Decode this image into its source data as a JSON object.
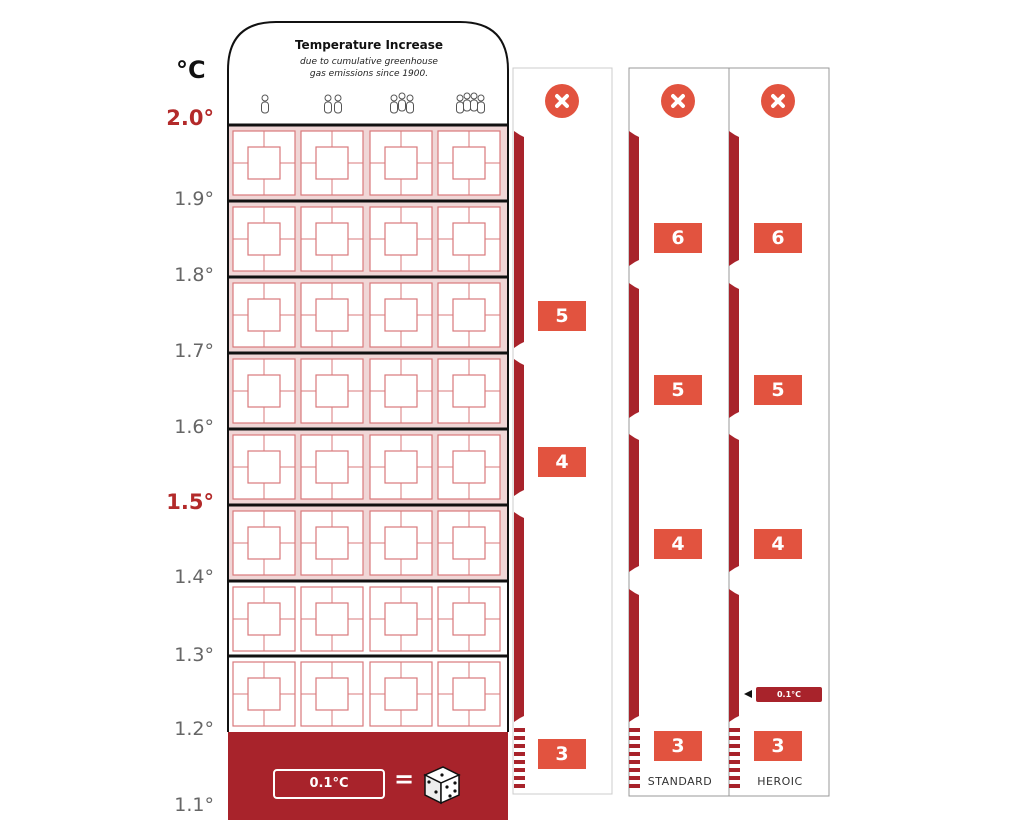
{
  "scale": {
    "unit": "°C",
    "ticks": [
      "2.0°",
      "1.9°",
      "1.8°",
      "1.7°",
      "1.6°",
      "1.5°",
      "1.4°",
      "1.3°",
      "1.2°",
      "1.1°"
    ],
    "major_ticks": [
      "2.0°",
      "1.5°"
    ]
  },
  "track_header": {
    "title": "Temperature Increase",
    "subtitle_line1": "due to cumulative greenhouse",
    "subtitle_line2": "gas emissions since 1900."
  },
  "track": {
    "rows": 8,
    "player_count_columns": [
      1,
      2,
      3,
      4
    ],
    "shaded_rows": 6
  },
  "dice_legend": {
    "label": "0.1°C",
    "equals": "="
  },
  "threshold_columns": [
    {
      "icon": "close-icon",
      "values": [
        "5",
        "4",
        "3"
      ],
      "label": ""
    },
    {
      "icon": "close-icon",
      "values": [
        "6",
        "5",
        "4",
        "3"
      ],
      "label": "STANDARD"
    },
    {
      "icon": "close-icon",
      "values": [
        "6",
        "5",
        "4",
        "3"
      ],
      "label": "HEROIC",
      "marker": "0.1°C"
    }
  ],
  "colors": {
    "dark_red": "#a8232b",
    "accent_red": "#e2533f",
    "shade_fill": "#f0d6d6",
    "line_red": "#d9797b"
  }
}
